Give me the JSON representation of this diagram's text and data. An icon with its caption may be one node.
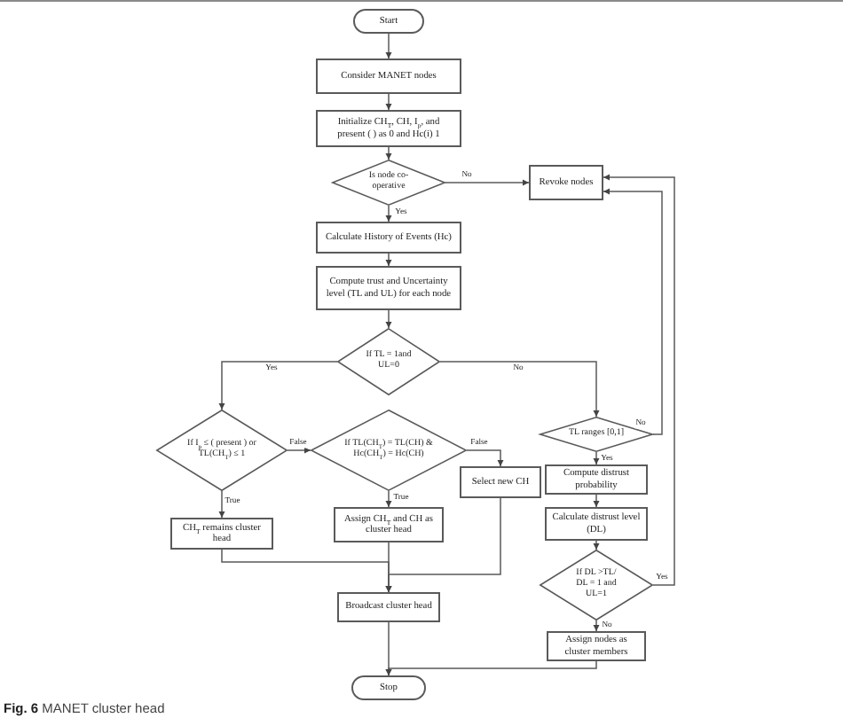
{
  "diagram": {
    "caption": "**Fig. 6** MANET cluster head",
    "nodes": [
      {
        "text": [
          "Start"
        ]
      },
      {
        "text": [
          "Consider MANET nodes"
        ]
      },
      {
        "text": [
          "Initialize CH$_{T}$, CH, I$_{p}$, and present ( ) as 0 and Hc(i) 1"
        ]
      },
      {
        "text": [
          "Is node co-operative"
        ]
      },
      {
        "text": [
          "Revoke nodes"
        ]
      },
      {
        "text": [
          "Calculate History of Events (Hc)"
        ]
      },
      {
        "text": [
          "Compute trust and Uncertainty level (TL and UL) for each node"
        ]
      },
      {
        "text": [
          "If TL = 1and UL=0"
        ]
      },
      {
        "text": [
          "If I$_{p}$ ≤ ( present ) or TL(CH$_{T}$) ≤ 1"
        ]
      },
      {
        "text": [
          "If TL(CH$_{T}$) = TL(CH) & Hc(CH$_{T}$) = Hc(CH)"
        ]
      },
      {
        "text": [
          "Select new CH"
        ]
      },
      {
        "text": [
          "CH$_{T}$ remains cluster head"
        ]
      },
      {
        "text": [
          "Assign CH$_{T}$ and CH as cluster head"
        ]
      },
      {
        "text": [
          "Broadcast cluster head"
        ]
      },
      {
        "text": [
          "Stop"
        ]
      },
      {
        "text": [
          "TL ranges [0,1]"
        ]
      },
      {
        "text": [
          "Compute distrust probability"
        ]
      },
      {
        "text": [
          "Calculate distrust level (DL)"
        ]
      },
      {
        "text": [
          "If DL >TL/ DL = 1 and UL=1"
        ]
      },
      {
        "text": [
          "Assign nodes as cluster members"
        ]
      }
    ],
    "edges": [
      {
        "from": 0,
        "to": 1,
        "arrow": "to"
      },
      {
        "from": 1,
        "to": 2,
        "arrow": "to"
      },
      {
        "from": 2,
        "to": 3,
        "arrow": "to"
      },
      {
        "from": 3,
        "to": 4,
        "arrow": "to",
        "label": "No"
      },
      {
        "from": 3,
        "to": 5,
        "arrow": "to",
        "label": "Yes"
      },
      {
        "from": 5,
        "to": 6,
        "arrow": "to"
      },
      {
        "from": 6,
        "to": 7,
        "arrow": "to"
      },
      {
        "from": 7,
        "to": 8,
        "arrow": "to",
        "label": "Yes"
      },
      {
        "from": 7,
        "to": 15,
        "arrow": "to",
        "label": "No"
      },
      {
        "from": 8,
        "to": 9,
        "arrow": "to",
        "label": "False"
      },
      {
        "from": 8,
        "to": 11,
        "arrow": "to",
        "label": "True"
      },
      {
        "from": 9,
        "to": 10,
        "arrow": "to",
        "label": "False"
      },
      {
        "from": 9,
        "to": 12,
        "arrow": "to",
        "label": "True"
      },
      {
        "from": 11,
        "to": 13,
        "arrow": "to"
      },
      {
        "from": 12,
        "to": 13,
        "arrow": "to"
      },
      {
        "from": 10,
        "to": 13,
        "arrow": "to"
      },
      {
        "from": 13,
        "to": 14,
        "arrow": "to"
      },
      {
        "from": 15,
        "to": 4,
        "arrow": "to",
        "label": "No"
      },
      {
        "from": 15,
        "to": 16,
        "arrow": "to",
        "label": "Yes"
      },
      {
        "from": 16,
        "to": 17,
        "arrow": "to"
      },
      {
        "from": 17,
        "to": 18,
        "arrow": "to"
      },
      {
        "from": 18,
        "to": 4,
        "arrow": "to",
        "label": "Yes"
      },
      {
        "from": 18,
        "to": 19,
        "arrow": "to",
        "label": "No"
      },
      {
        "from": 19,
        "to": 14,
        "arrow": "to"
      }
    ]
  }
}
